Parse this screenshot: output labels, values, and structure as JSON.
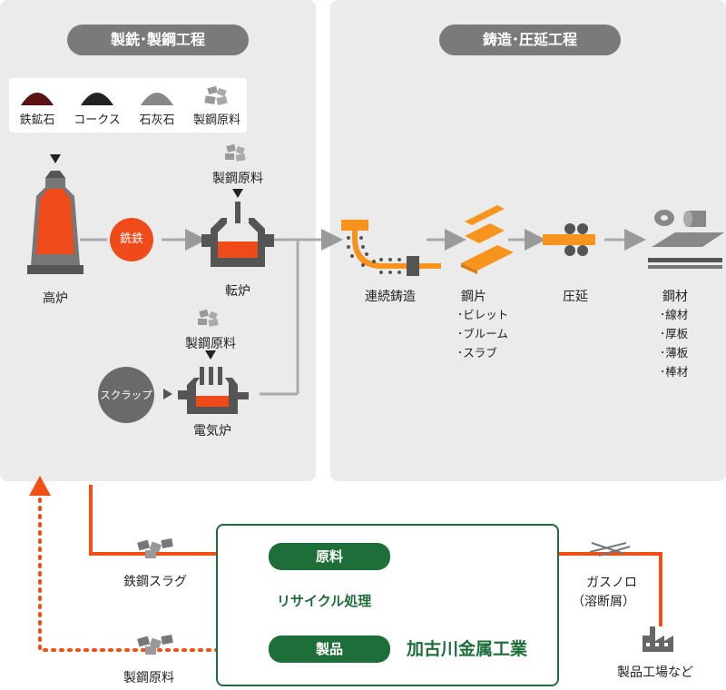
{
  "sections": {
    "left_title": "製銑･製鋼工程",
    "right_title": "鋳造･圧延工程"
  },
  "legend": {
    "items": [
      {
        "label": "鉄鉱石",
        "icon": "iron-ore-pile-icon",
        "color": "#5a1414"
      },
      {
        "label": "コークス",
        "icon": "coke-pile-icon",
        "color": "#222222"
      },
      {
        "label": "石灰石",
        "icon": "limestone-pile-icon",
        "color": "#888888"
      },
      {
        "label": "製鋼原料",
        "icon": "steel-raw-material-icon",
        "color": "#999999"
      }
    ]
  },
  "steelmaking": {
    "blast_furnace": "高炉",
    "pig_iron": "銑鉄",
    "converter": "転炉",
    "converter_input": "製鋼原料",
    "scrap": "スクラップ",
    "eaf": "電気炉",
    "eaf_input": "製鋼原料"
  },
  "casting": {
    "continuous_casting": "連続鋳造",
    "semi_finished": "鋼片",
    "semi_finished_items": [
      "･ビレット",
      "･ブルーム",
      "･スラブ"
    ],
    "rolling": "圧延",
    "steel_products": "鋼材",
    "steel_product_items": [
      "･線材",
      "･厚板",
      "･薄板",
      "･棒材"
    ]
  },
  "recycle": {
    "raw_material": "原料",
    "process": "リサイクル処理",
    "product": "製品",
    "company": "加古川金属工業",
    "slag_label": "鉄鋼スラグ",
    "return_label": "製鋼原料",
    "gas_label": "ガスノロ",
    "gas_sublabel": "（溶断屑）",
    "factory_label": "製品工場など"
  },
  "colors": {
    "accent": "#f05014",
    "molten": "#ee4a1a",
    "green": "#1e6e3a",
    "panel": "#ebebeb",
    "pill": "#7a7a7a"
  }
}
